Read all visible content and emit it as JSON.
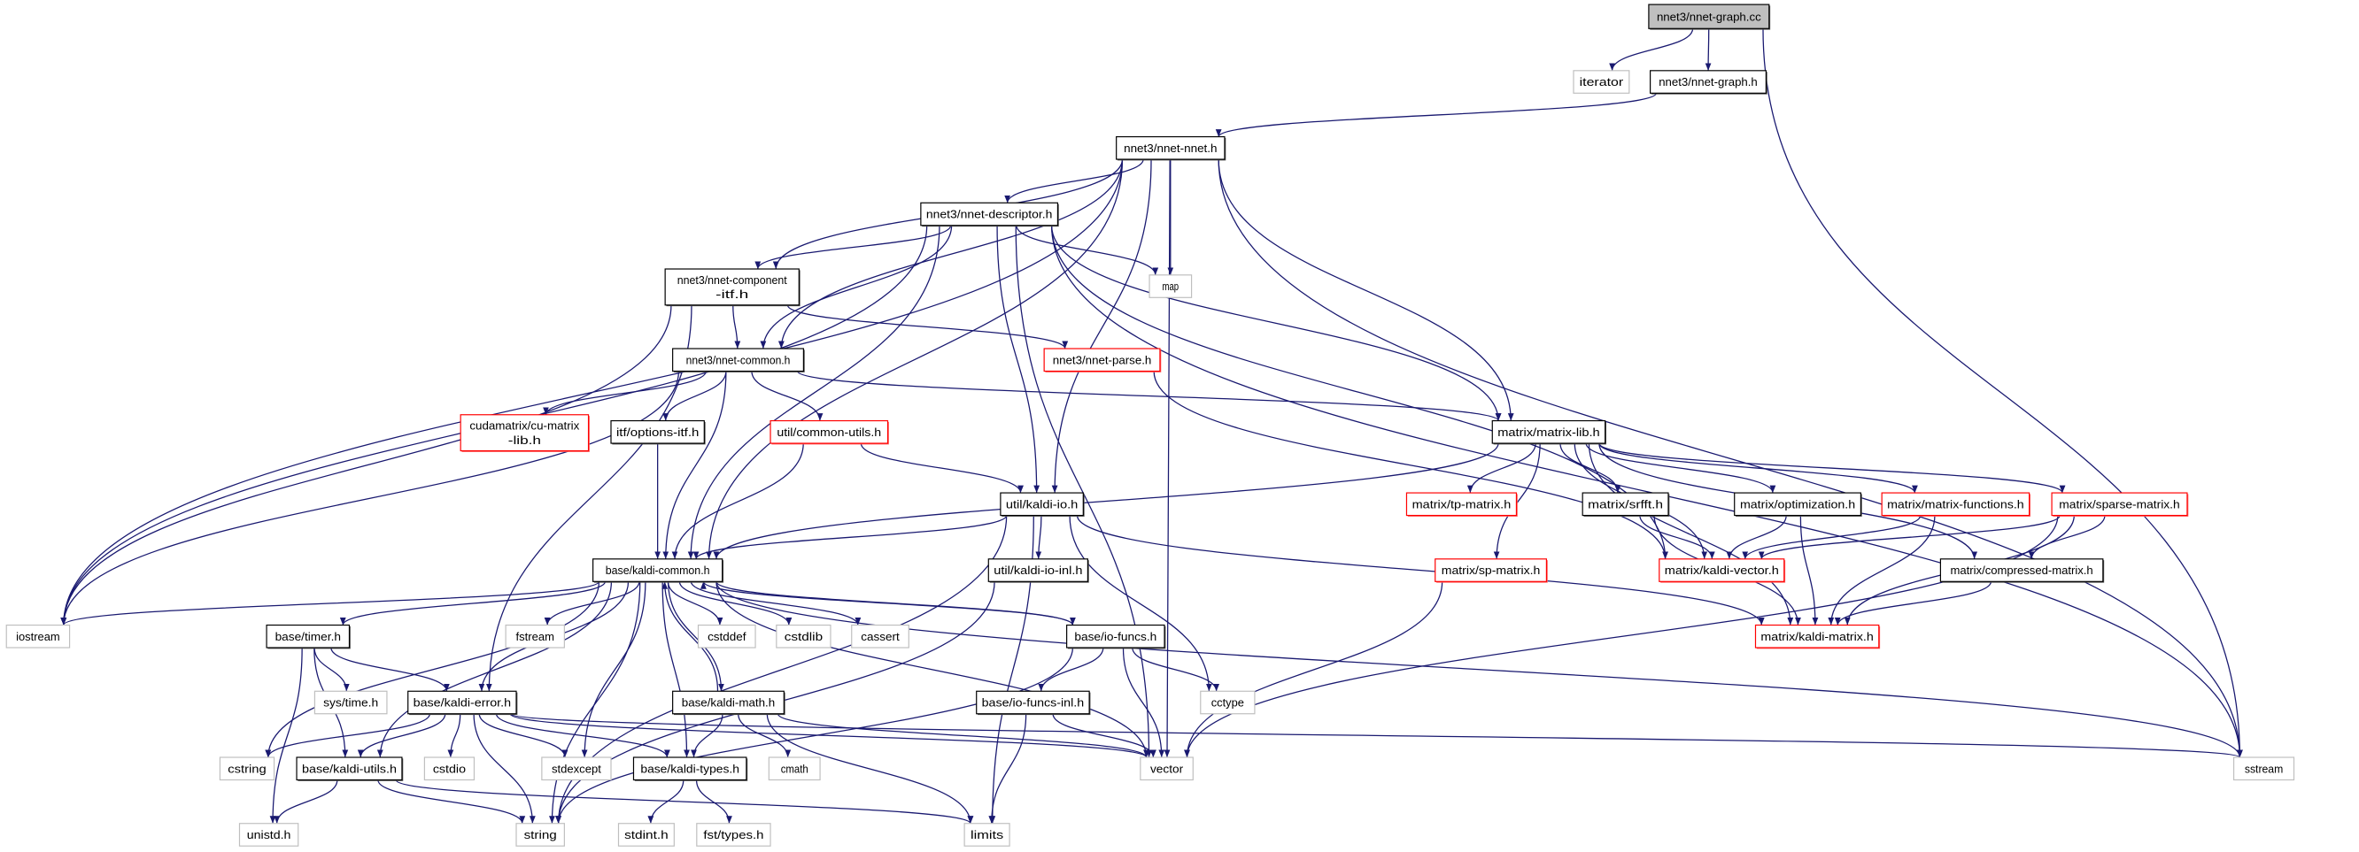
{
  "title": "nnet3/nnet-graph.cc",
  "colors": {
    "edge": "#191970",
    "root_fill": "#bfbfbf",
    "normal_border": "#000000",
    "truncated_border": "#ff0000",
    "external_border": "#bfbfbf",
    "shadow": "#555555"
  },
  "graph": {
    "nodes": [
      {
        "id": "root",
        "label": [
          "nnet3/nnet-graph.cc"
        ],
        "kind": "root"
      },
      {
        "id": "iterator",
        "label": [
          "iterator"
        ],
        "kind": "external"
      },
      {
        "id": "nnetgraphh",
        "label": [
          "nnet3/nnet-graph.h"
        ],
        "kind": "normal"
      },
      {
        "id": "nnet",
        "label": [
          "nnet3/nnet-nnet.h"
        ],
        "kind": "normal"
      },
      {
        "id": "desc",
        "label": [
          "nnet3/nnet-descriptor.h"
        ],
        "kind": "normal"
      },
      {
        "id": "map",
        "label": [
          "map"
        ],
        "kind": "external"
      },
      {
        "id": "comp",
        "label": [
          "nnet3/nnet-component",
          "-itf.h"
        ],
        "kind": "normal"
      },
      {
        "id": "common",
        "label": [
          "nnet3/nnet-common.h"
        ],
        "kind": "normal"
      },
      {
        "id": "parse",
        "label": [
          "nnet3/nnet-parse.h"
        ],
        "kind": "truncated"
      },
      {
        "id": "mlib",
        "label": [
          "matrix/matrix-lib.h"
        ],
        "kind": "normal"
      },
      {
        "id": "cu",
        "label": [
          "cudamatrix/cu-matrix",
          "-lib.h"
        ],
        "kind": "truncated"
      },
      {
        "id": "opts",
        "label": [
          "itf/options-itf.h"
        ],
        "kind": "normal"
      },
      {
        "id": "cutils",
        "label": [
          "util/common-utils.h"
        ],
        "kind": "truncated"
      },
      {
        "id": "kio",
        "label": [
          "util/kaldi-io.h"
        ],
        "kind": "normal"
      },
      {
        "id": "tp",
        "label": [
          "matrix/tp-matrix.h"
        ],
        "kind": "truncated"
      },
      {
        "id": "srfft",
        "label": [
          "matrix/srfft.h"
        ],
        "kind": "normal"
      },
      {
        "id": "opt",
        "label": [
          "matrix/optimization.h"
        ],
        "kind": "normal"
      },
      {
        "id": "mfunc",
        "label": [
          "matrix/matrix-functions.h"
        ],
        "kind": "truncated"
      },
      {
        "id": "sparse",
        "label": [
          "matrix/sparse-matrix.h"
        ],
        "kind": "truncated"
      },
      {
        "id": "kcommon",
        "label": [
          "base/kaldi-common.h"
        ],
        "kind": "normal"
      },
      {
        "id": "kioinl",
        "label": [
          "util/kaldi-io-inl.h"
        ],
        "kind": "normal"
      },
      {
        "id": "sp",
        "label": [
          "matrix/sp-matrix.h"
        ],
        "kind": "truncated"
      },
      {
        "id": "kvec",
        "label": [
          "matrix/kaldi-vector.h"
        ],
        "kind": "truncated"
      },
      {
        "id": "cmat",
        "label": [
          "matrix/compressed-matrix.h"
        ],
        "kind": "normal"
      },
      {
        "id": "iostream",
        "label": [
          "iostream"
        ],
        "kind": "external"
      },
      {
        "id": "timer",
        "label": [
          "base/timer.h"
        ],
        "kind": "normal"
      },
      {
        "id": "fstream",
        "label": [
          "fstream"
        ],
        "kind": "external"
      },
      {
        "id": "cstddef",
        "label": [
          "cstddef"
        ],
        "kind": "external"
      },
      {
        "id": "cstdlib",
        "label": [
          "cstdlib"
        ],
        "kind": "external"
      },
      {
        "id": "cassert",
        "label": [
          "cassert"
        ],
        "kind": "external"
      },
      {
        "id": "iofuncs",
        "label": [
          "base/io-funcs.h"
        ],
        "kind": "normal"
      },
      {
        "id": "kmat",
        "label": [
          "matrix/kaldi-matrix.h"
        ],
        "kind": "truncated"
      },
      {
        "id": "systime",
        "label": [
          "sys/time.h"
        ],
        "kind": "external"
      },
      {
        "id": "kerror",
        "label": [
          "base/kaldi-error.h"
        ],
        "kind": "normal"
      },
      {
        "id": "kmath",
        "label": [
          "base/kaldi-math.h"
        ],
        "kind": "normal"
      },
      {
        "id": "iofinl",
        "label": [
          "base/io-funcs-inl.h"
        ],
        "kind": "normal"
      },
      {
        "id": "cctype",
        "label": [
          "cctype"
        ],
        "kind": "external"
      },
      {
        "id": "cstring",
        "label": [
          "cstring"
        ],
        "kind": "external"
      },
      {
        "id": "kutils",
        "label": [
          "base/kaldi-utils.h"
        ],
        "kind": "normal"
      },
      {
        "id": "cstdio",
        "label": [
          "cstdio"
        ],
        "kind": "external"
      },
      {
        "id": "stdexcept",
        "label": [
          "stdexcept"
        ],
        "kind": "external"
      },
      {
        "id": "ktypes",
        "label": [
          "base/kaldi-types.h"
        ],
        "kind": "normal"
      },
      {
        "id": "cmath",
        "label": [
          "cmath"
        ],
        "kind": "external"
      },
      {
        "id": "vector",
        "label": [
          "vector"
        ],
        "kind": "external"
      },
      {
        "id": "sstream",
        "label": [
          "sstream"
        ],
        "kind": "external"
      },
      {
        "id": "unistd",
        "label": [
          "unistd.h"
        ],
        "kind": "external"
      },
      {
        "id": "string",
        "label": [
          "string"
        ],
        "kind": "external"
      },
      {
        "id": "stdint",
        "label": [
          "stdint.h"
        ],
        "kind": "external"
      },
      {
        "id": "fsttypes",
        "label": [
          "fst/types.h"
        ],
        "kind": "external"
      },
      {
        "id": "limits",
        "label": [
          "limits"
        ],
        "kind": "external"
      }
    ],
    "edges": [
      [
        "root",
        "iterator"
      ],
      [
        "root",
        "nnetgraphh"
      ],
      [
        "root",
        "sstream"
      ],
      [
        "nnetgraphh",
        "nnet"
      ],
      [
        "nnet",
        "iostream"
      ],
      [
        "nnet",
        "comp"
      ],
      [
        "nnet",
        "common"
      ],
      [
        "nnet",
        "kcommon"
      ],
      [
        "nnet",
        "desc"
      ],
      [
        "nnet",
        "map"
      ],
      [
        "nnet",
        "kio"
      ],
      [
        "nnet",
        "vector"
      ],
      [
        "nnet",
        "mlib"
      ],
      [
        "nnet",
        "sstream"
      ],
      [
        "desc",
        "iostream"
      ],
      [
        "desc",
        "comp"
      ],
      [
        "desc",
        "common"
      ],
      [
        "desc",
        "map"
      ],
      [
        "desc",
        "kcommon"
      ],
      [
        "desc",
        "kio"
      ],
      [
        "desc",
        "vector"
      ],
      [
        "desc",
        "mlib"
      ],
      [
        "desc",
        "sstream"
      ],
      [
        "desc",
        "kvec"
      ],
      [
        "comp",
        "iostream"
      ],
      [
        "comp",
        "common"
      ],
      [
        "comp",
        "parse"
      ],
      [
        "comp",
        "kerror"
      ],
      [
        "common",
        "cu"
      ],
      [
        "common",
        "opts"
      ],
      [
        "common",
        "cutils"
      ],
      [
        "common",
        "kcommon"
      ],
      [
        "common",
        "mlib"
      ],
      [
        "common",
        "iostream"
      ],
      [
        "opts",
        "kcommon"
      ],
      [
        "cutils",
        "kcommon"
      ],
      [
        "cutils",
        "kio"
      ],
      [
        "parse",
        "kvec"
      ],
      [
        "mlib",
        "kcommon"
      ],
      [
        "mlib",
        "tp"
      ],
      [
        "mlib",
        "sp"
      ],
      [
        "mlib",
        "srfft"
      ],
      [
        "mlib",
        "kvec"
      ],
      [
        "mlib",
        "kmat"
      ],
      [
        "mlib",
        "opt"
      ],
      [
        "mlib",
        "mfunc"
      ],
      [
        "mlib",
        "sparse"
      ],
      [
        "mlib",
        "cmat"
      ],
      [
        "kio",
        "kcommon"
      ],
      [
        "kio",
        "kioinl"
      ],
      [
        "kio",
        "string"
      ],
      [
        "kio",
        "cctype"
      ],
      [
        "kio",
        "limits"
      ],
      [
        "kio",
        "kmat"
      ],
      [
        "kioinl",
        "string"
      ],
      [
        "kcommon",
        "iostream"
      ],
      [
        "kcommon",
        "timer"
      ],
      [
        "kcommon",
        "kerror"
      ],
      [
        "kcommon",
        "fstream"
      ],
      [
        "kcommon",
        "cstddef"
      ],
      [
        "kcommon",
        "cstdlib"
      ],
      [
        "kcommon",
        "cassert"
      ],
      [
        "kcommon",
        "iofuncs"
      ],
      [
        "kcommon",
        "kutils"
      ],
      [
        "kcommon",
        "cstring"
      ],
      [
        "kcommon",
        "stdexcept"
      ],
      [
        "kcommon",
        "ktypes"
      ],
      [
        "kcommon",
        "kmath"
      ],
      [
        "kcommon",
        "string"
      ],
      [
        "kcommon",
        "vector"
      ],
      [
        "kcommon",
        "sstream"
      ],
      [
        "timer",
        "systime"
      ],
      [
        "timer",
        "kerror"
      ],
      [
        "timer",
        "kutils"
      ],
      [
        "timer",
        "unistd"
      ],
      [
        "kerror",
        "cstring"
      ],
      [
        "kerror",
        "kutils"
      ],
      [
        "kerror",
        "cstdio"
      ],
      [
        "kerror",
        "stdexcept"
      ],
      [
        "kerror",
        "string"
      ],
      [
        "kerror",
        "ktypes"
      ],
      [
        "kerror",
        "vector"
      ],
      [
        "kerror",
        "sstream"
      ],
      [
        "kmath",
        "kcommon"
      ],
      [
        "kmath",
        "ktypes"
      ],
      [
        "kmath",
        "cmath"
      ],
      [
        "kmath",
        "limits"
      ],
      [
        "kmath",
        "vector"
      ],
      [
        "iofuncs",
        "kcommon"
      ],
      [
        "iofuncs",
        "iofinl"
      ],
      [
        "iofuncs",
        "vector"
      ],
      [
        "iofuncs",
        "cctype"
      ],
      [
        "iofuncs",
        "string"
      ],
      [
        "iofinl",
        "limits"
      ],
      [
        "iofinl",
        "vector"
      ],
      [
        "kutils",
        "unistd"
      ],
      [
        "kutils",
        "string"
      ],
      [
        "kutils",
        "limits"
      ],
      [
        "ktypes",
        "stdint"
      ],
      [
        "ktypes",
        "fsttypes"
      ],
      [
        "sp",
        "vector"
      ],
      [
        "sparse",
        "kvec"
      ],
      [
        "sparse",
        "kmat"
      ],
      [
        "sparse",
        "cmat"
      ],
      [
        "sparse",
        "vector"
      ],
      [
        "srfft",
        "kvec"
      ],
      [
        "srfft",
        "kmat"
      ],
      [
        "opt",
        "kvec"
      ],
      [
        "opt",
        "kmat"
      ],
      [
        "mfunc",
        "kvec"
      ],
      [
        "mfunc",
        "kmat"
      ],
      [
        "cmat",
        "kmat"
      ]
    ]
  }
}
